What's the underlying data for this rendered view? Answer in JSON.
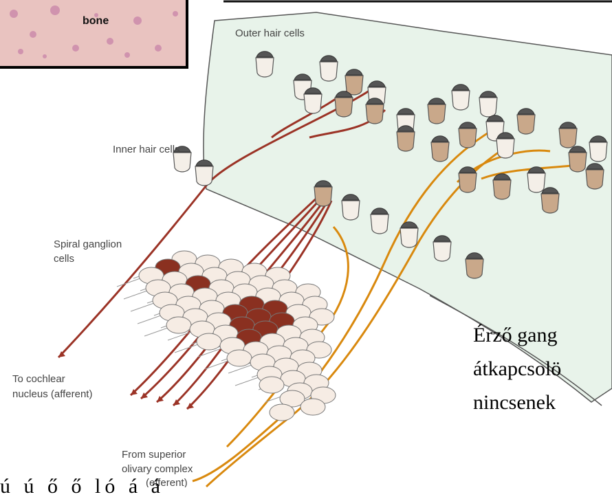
{
  "inset": {
    "label": "bone"
  },
  "labels": {
    "outer_hair_cells": "Outer hair cells",
    "inner_hair_cells": "Inner hair cells",
    "spiral_ganglion_line1": "Spiral ganglion",
    "spiral_ganglion_line2": "cells",
    "to_cochlear_line1": "To cochlear",
    "to_cochlear_line2": "nucleus (afferent)",
    "from_superior_line1": "From superior",
    "from_superior_line2": "olivary complex",
    "from_superior_line3": "(efferent)"
  },
  "caption": {
    "line1": "Érző gang",
    "line2": "átkapcsolö",
    "line3": "nincsenek"
  },
  "bottom_text": "ú ú ő ő ló á á",
  "colors": {
    "afferent": "#9b3326",
    "efferent": "#d9890e",
    "membrane": "#e8f3ea",
    "cell_body": "#f6ece4",
    "cell_dark": "#8a3020"
  }
}
